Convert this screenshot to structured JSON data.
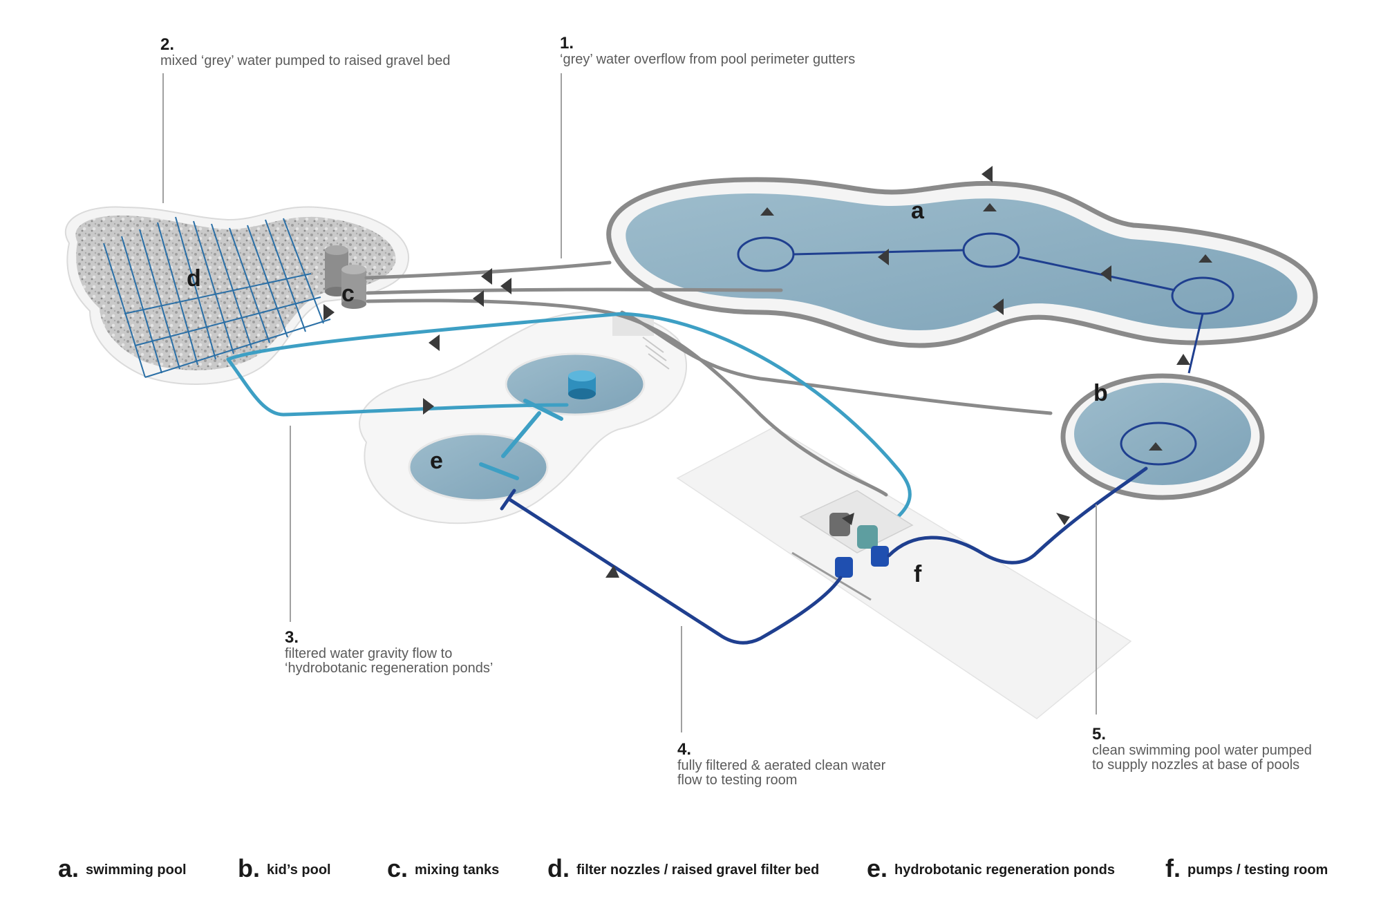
{
  "callouts": [
    {
      "num": "1.",
      "lines": [
        "‘grey’ water overflow from pool perimeter gutters"
      ]
    },
    {
      "num": "2.",
      "lines": [
        "mixed ‘grey’ water pumped to raised gravel bed"
      ]
    },
    {
      "num": "3.",
      "lines": [
        "filtered water gravity flow to",
        "‘hydrobotanic regeneration ponds’"
      ]
    },
    {
      "num": "4.",
      "lines": [
        "fully filtered & aerated clean water",
        "flow to testing room"
      ]
    },
    {
      "num": "5.",
      "lines": [
        "clean swimming pool water pumped",
        "to supply nozzles at base of pools"
      ]
    }
  ],
  "component_letters": {
    "a": "a",
    "b": "b",
    "c": "c",
    "d": "d",
    "e": "e",
    "f": "f"
  },
  "legend": [
    {
      "key": "a.",
      "label": "swimming pool"
    },
    {
      "key": "b.",
      "label": "kid’s pool"
    },
    {
      "key": "c.",
      "label": "mixing tanks"
    },
    {
      "key": "d.",
      "label": "filter nozzles / raised gravel filter bed"
    },
    {
      "key": "e.",
      "label": "hydrobotanic regeneration ponds"
    },
    {
      "key": "f.",
      "label": "pumps / testing room"
    }
  ],
  "colors": {
    "grey_pipe": "#8a8a8a",
    "teal_pipe": "#3d9fc4",
    "blue_pipe": "#1f3f8f",
    "water": "#8fb1c4",
    "pool_wall": "#f3f3f3",
    "gravel": "#bdbdbd",
    "leader_line": "#a0a0a0"
  }
}
